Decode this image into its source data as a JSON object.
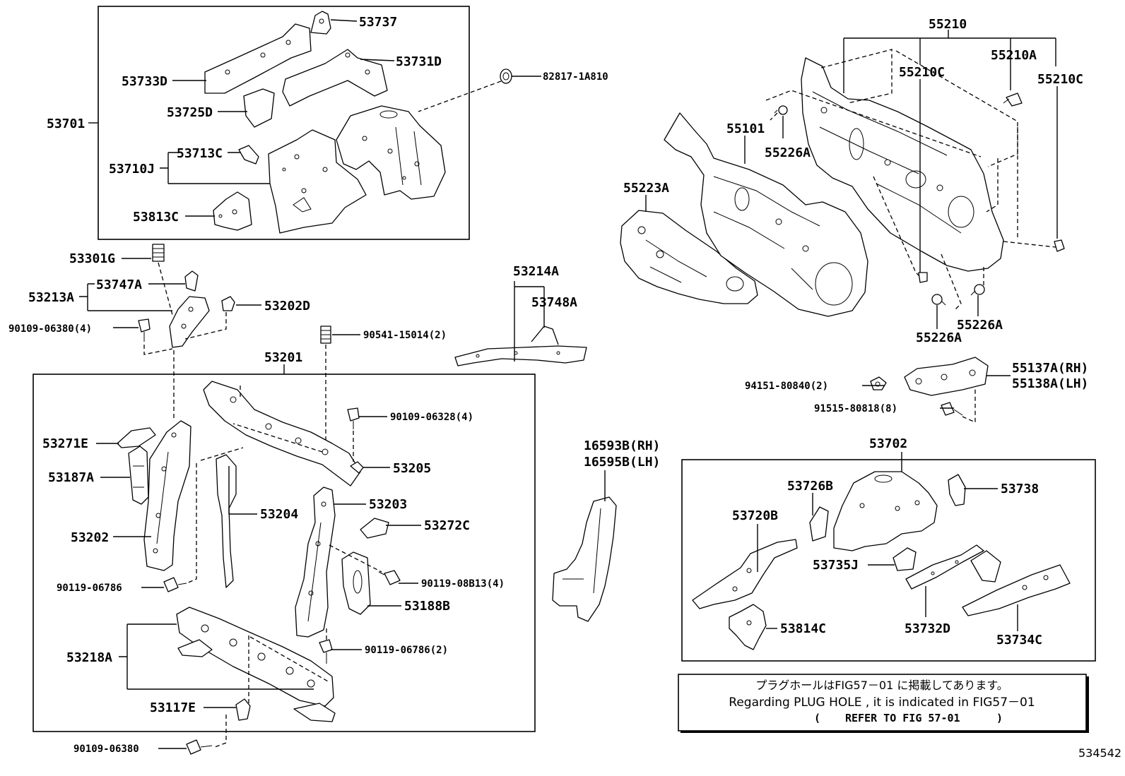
{
  "labels": {
    "p53737": "53737",
    "p53731D": "53731D",
    "p53733D": "53733D",
    "p53725D": "53725D",
    "p53701": "53701",
    "p53713C": "53713C",
    "p53710J": "53710J",
    "p53813C": "53813C",
    "p82817": "82817-1A810",
    "p55210": "55210",
    "p55210A": "55210A",
    "p55210C_l": "55210C",
    "p55210C_r": "55210C",
    "p55101": "55101",
    "p55226A_t": "55226A",
    "p55223A": "55223A",
    "p55226A_b1": "55226A",
    "p55226A_b2": "55226A",
    "p53301G": "53301G",
    "p53747A": "53747A",
    "p53213A": "53213A",
    "p53202D": "53202D",
    "p9010906380_4": "90109-06380(4)",
    "p9054115014": "90541-15014(2)",
    "p53201": "53201",
    "p53214A": "53214A",
    "p53748A": "53748A",
    "p94151": "94151-80840(2)",
    "p55137A": "55137A(RH)",
    "p55138A": "55138A(LH)",
    "p91515": "91515-80818(8)",
    "p9010906328": "90109-06328(4)",
    "p53271E": "53271E",
    "p53205": "53205",
    "p53187A": "53187A",
    "p16593B": "16593B(RH)",
    "p16595B": "16595B(LH)",
    "p53702": "53702",
    "p53204": "53204",
    "p53203": "53203",
    "p53726B": "53726B",
    "p53738": "53738",
    "p53202": "53202",
    "p53272C": "53272C",
    "p53720B": "53720B",
    "p9011906786": "90119-06786",
    "p90119_08B13": "90119-08B13(4)",
    "p53188B": "53188B",
    "p53735J": "53735J",
    "p53814C": "53814C",
    "p53732D": "53732D",
    "p53734C": "53734C",
    "p9011906786_2": "90119-06786(2)",
    "p53218A": "53218A",
    "p53117E": "53117E",
    "p9010906380": "90109-06380"
  },
  "note": {
    "jp": "プラグホールはFIG57－01 に掲載してあります。",
    "en": "Regarding PLUG HOLE , it is indicated in FIG57－01",
    "ref_open": "(",
    "ref_text": "REFER TO FIG 57-01",
    "ref_close": ")"
  },
  "figure_ref": "534542"
}
